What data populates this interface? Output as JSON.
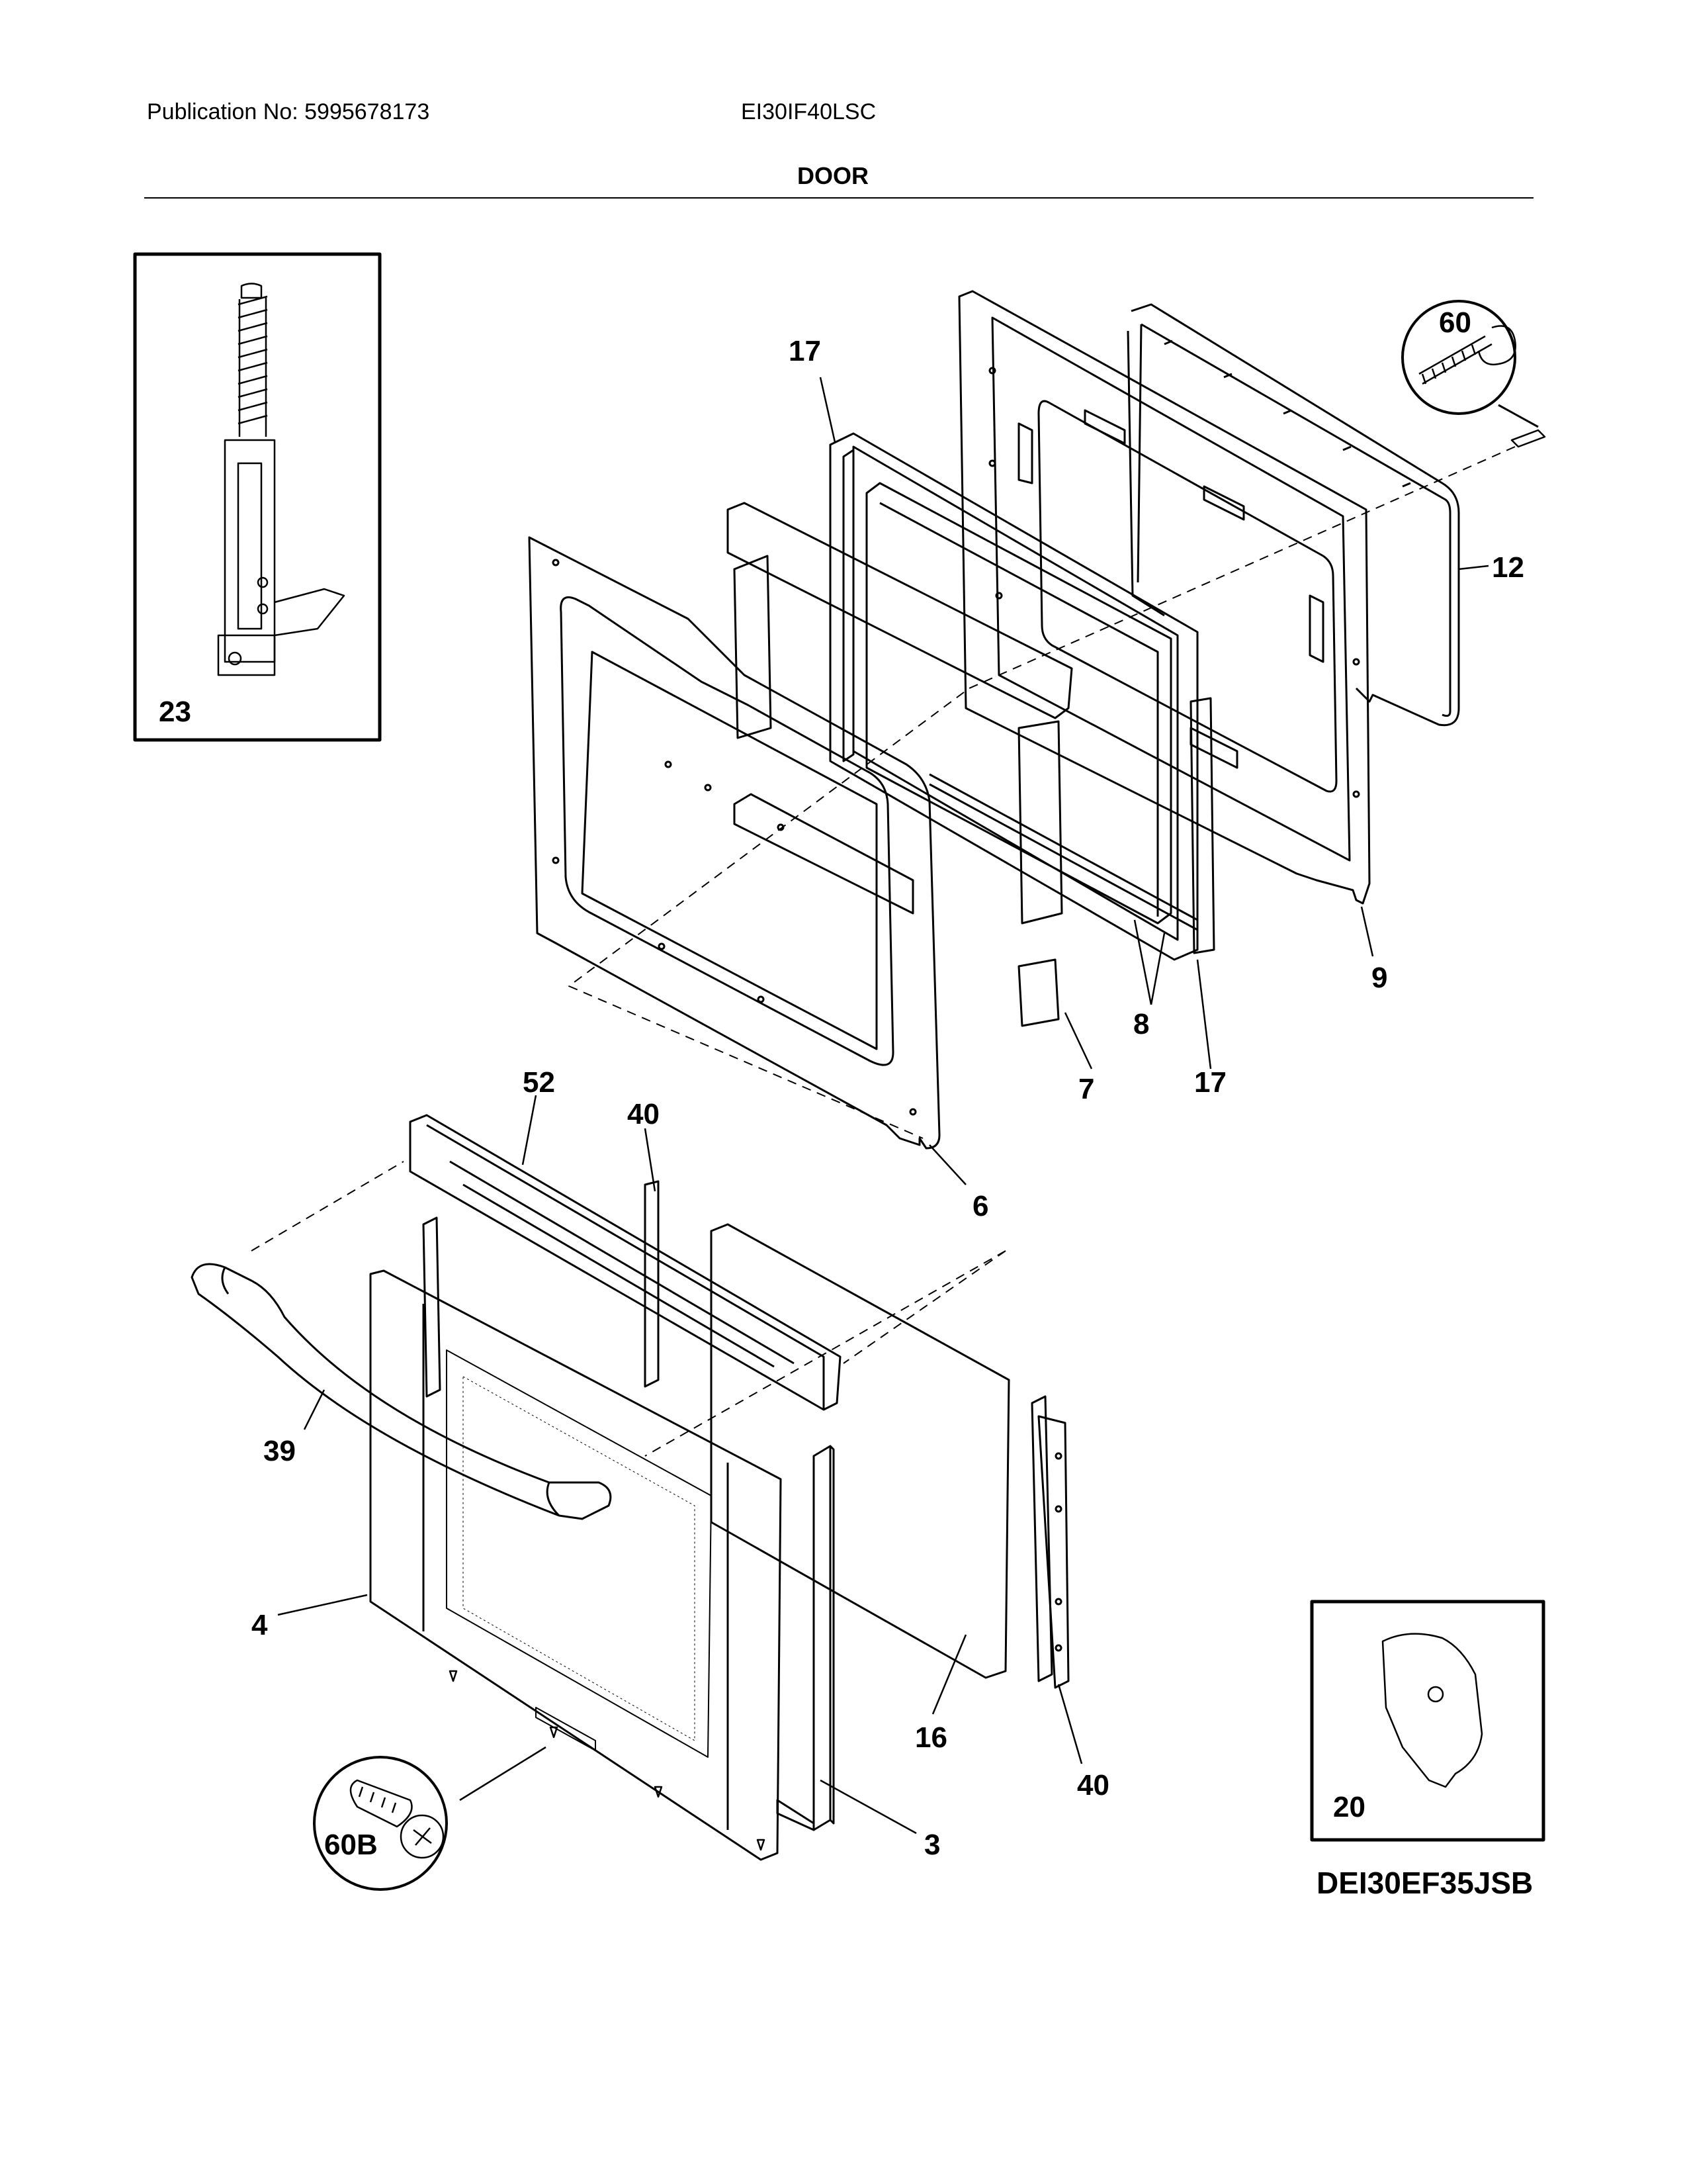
{
  "header": {
    "publication": "Publication No: 5995678173",
    "model": "EI30IF40LSC",
    "section": "DOOR"
  },
  "callouts": {
    "c60": "60",
    "c17a": "17",
    "c12": "12",
    "c23": "23",
    "c9": "9",
    "c8": "8",
    "c7": "7",
    "c17b": "17",
    "c52": "52",
    "c40a": "40",
    "c6": "6",
    "c39": "39",
    "c4": "4",
    "c16": "16",
    "c40b": "40",
    "c60b": "60B",
    "c3": "3",
    "c20": "20"
  },
  "footer": {
    "diagram_code": "DEI30EF35JSB"
  }
}
